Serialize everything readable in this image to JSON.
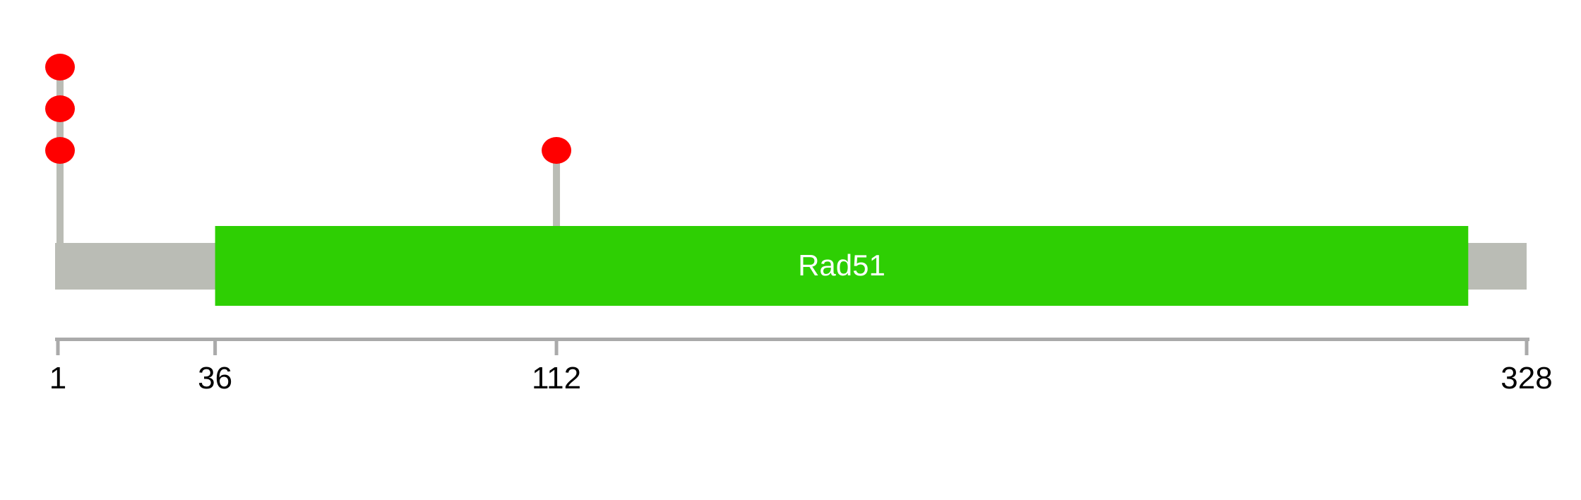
{
  "chart_data": {
    "type": "lollipop",
    "protein_length": 328,
    "domains": [
      {
        "name": "Rad51",
        "start": 36,
        "end": 315,
        "color": "#2ecf03"
      }
    ],
    "mutations": [
      {
        "position": 1,
        "count": 3,
        "color": "#ff0000"
      },
      {
        "position": 112,
        "count": 1,
        "color": "#ff0000"
      }
    ],
    "axis_ticks": [
      "1",
      "36",
      "112",
      "328"
    ],
    "backbone_color": "#babcb5",
    "axis_color": "#aaaaaa"
  }
}
